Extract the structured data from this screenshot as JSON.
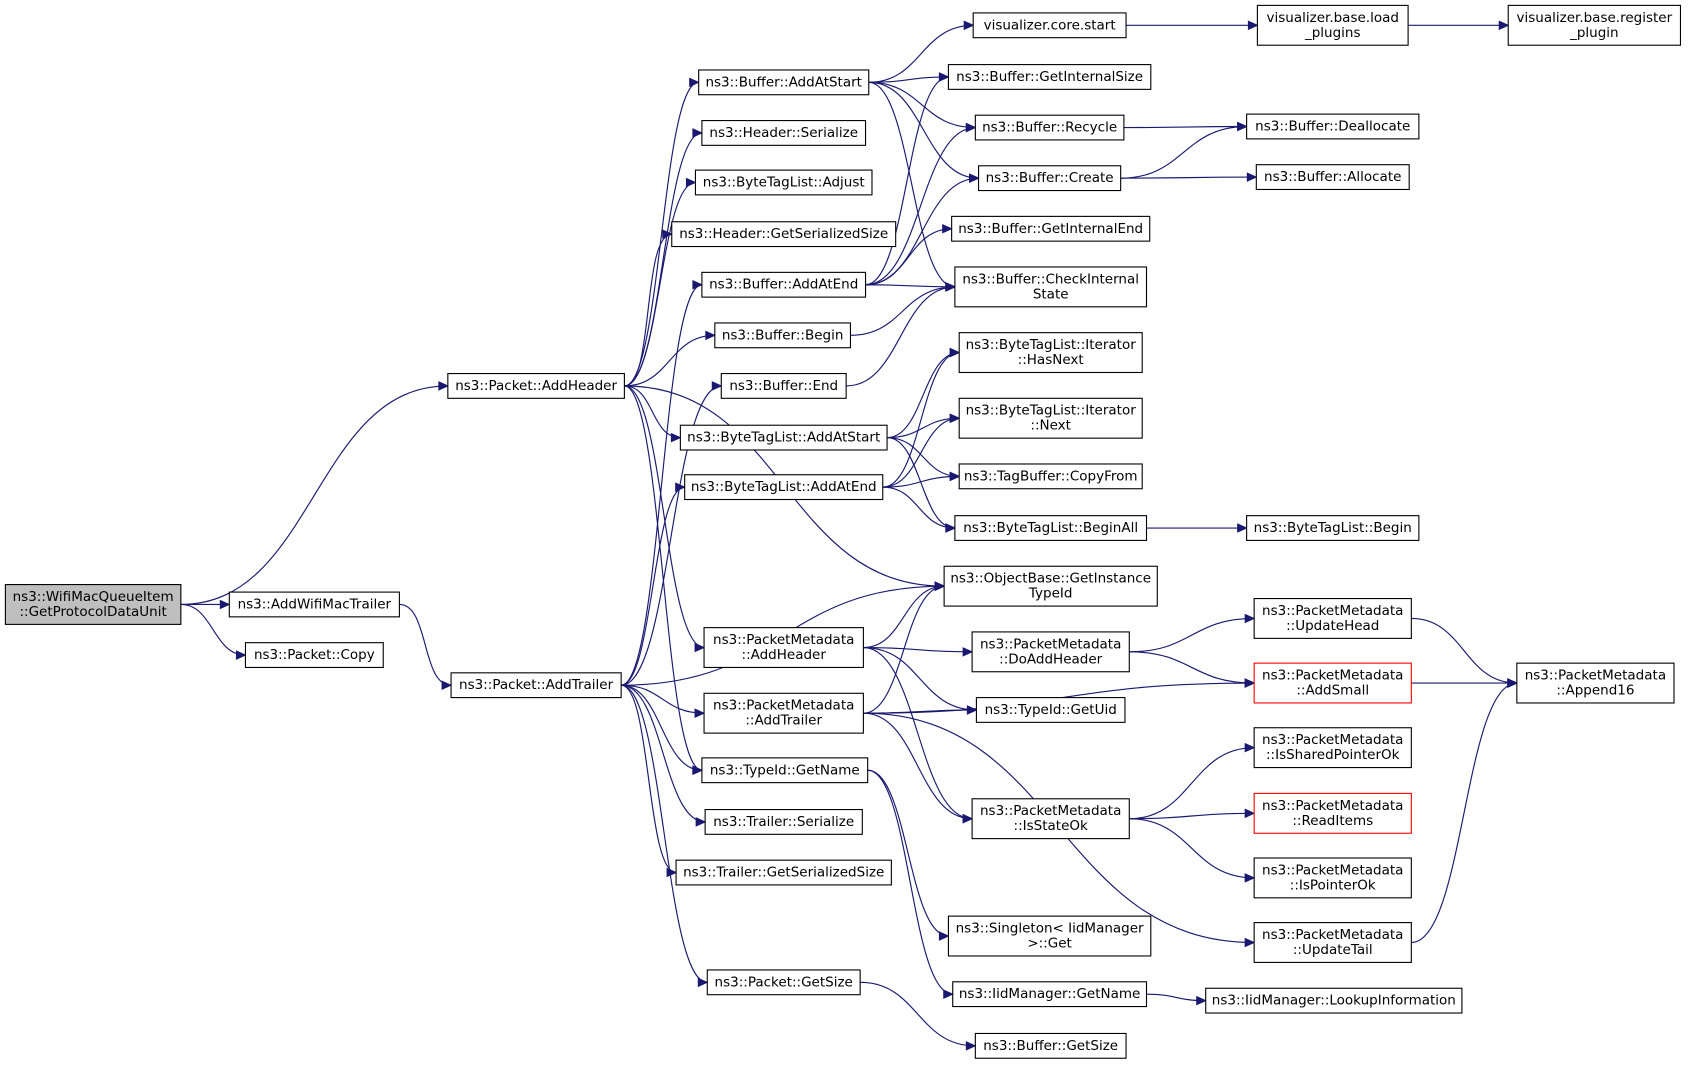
{
  "graph": {
    "colors": {
      "edge": "#191970",
      "root_fill": "#bfbfbf",
      "node_border": "#000000",
      "truncated_border": "#ff0000"
    },
    "nodes": [
      {
        "id": "root",
        "lines": [
          "ns3::WifiMacQueueItem",
          "::GetProtocolDataUnit"
        ],
        "root": true
      },
      {
        "id": "addWifiMacTrailer",
        "lines": [
          "ns3::AddWifiMacTrailer"
        ]
      },
      {
        "id": "packetCopy",
        "lines": [
          "ns3::Packet::Copy"
        ]
      },
      {
        "id": "addHeader",
        "lines": [
          "ns3::Packet::AddHeader"
        ]
      },
      {
        "id": "addTrailer",
        "lines": [
          "ns3::Packet::AddTrailer"
        ]
      },
      {
        "id": "bufAddAtStart",
        "lines": [
          "ns3::Buffer::AddAtStart"
        ]
      },
      {
        "id": "hdrSerialize",
        "lines": [
          "ns3::Header::Serialize"
        ]
      },
      {
        "id": "btlAdjust",
        "lines": [
          "ns3::ByteTagList::Adjust"
        ]
      },
      {
        "id": "hdrGetSerSize",
        "lines": [
          "ns3::Header::GetSerializedSize"
        ]
      },
      {
        "id": "bufAddAtEnd",
        "lines": [
          "ns3::Buffer::AddAtEnd"
        ]
      },
      {
        "id": "bufBegin",
        "lines": [
          "ns3::Buffer::Begin"
        ]
      },
      {
        "id": "bufEnd",
        "lines": [
          "ns3::Buffer::End"
        ]
      },
      {
        "id": "btlAddAtStart",
        "lines": [
          "ns3::ByteTagList::AddAtStart"
        ]
      },
      {
        "id": "btlAddAtEnd",
        "lines": [
          "ns3::ByteTagList::AddAtEnd"
        ]
      },
      {
        "id": "pmAddHeader",
        "lines": [
          "ns3::PacketMetadata",
          "::AddHeader"
        ]
      },
      {
        "id": "pmAddTrailer",
        "lines": [
          "ns3::PacketMetadata",
          "::AddTrailer"
        ]
      },
      {
        "id": "tidGetName",
        "lines": [
          "ns3::TypeId::GetName"
        ]
      },
      {
        "id": "trlSerialize",
        "lines": [
          "ns3::Trailer::Serialize"
        ]
      },
      {
        "id": "trlGetSerSize",
        "lines": [
          "ns3::Trailer::GetSerializedSize"
        ]
      },
      {
        "id": "pktGetSize",
        "lines": [
          "ns3::Packet::GetSize"
        ]
      },
      {
        "id": "vizCoreStart",
        "lines": [
          "visualizer.core.start"
        ]
      },
      {
        "id": "bufGetInternalSize",
        "lines": [
          "ns3::Buffer::GetInternalSize"
        ]
      },
      {
        "id": "bufRecycle",
        "lines": [
          "ns3::Buffer::Recycle"
        ]
      },
      {
        "id": "bufCreate",
        "lines": [
          "ns3::Buffer::Create"
        ]
      },
      {
        "id": "bufGetInternalEnd",
        "lines": [
          "ns3::Buffer::GetInternalEnd"
        ]
      },
      {
        "id": "bufCheckInternal",
        "lines": [
          "ns3::Buffer::CheckInternal",
          "State"
        ]
      },
      {
        "id": "btlIterHasNext",
        "lines": [
          "ns3::ByteTagList::Iterator",
          "::HasNext"
        ]
      },
      {
        "id": "btlIterNext",
        "lines": [
          "ns3::ByteTagList::Iterator",
          "::Next"
        ]
      },
      {
        "id": "tagBufCopyFrom",
        "lines": [
          "ns3::TagBuffer::CopyFrom"
        ]
      },
      {
        "id": "btlBeginAll",
        "lines": [
          "ns3::ByteTagList::BeginAll"
        ]
      },
      {
        "id": "objGetInstTid",
        "lines": [
          "ns3::ObjectBase::GetInstance",
          "TypeId"
        ]
      },
      {
        "id": "pmDoAddHeader",
        "lines": [
          "ns3::PacketMetadata",
          "::DoAddHeader"
        ]
      },
      {
        "id": "tidGetUid",
        "lines": [
          "ns3::TypeId::GetUid"
        ]
      },
      {
        "id": "pmIsStateOk",
        "lines": [
          "ns3::PacketMetadata",
          "::IsStateOk"
        ]
      },
      {
        "id": "singletonGet",
        "lines": [
          "ns3::Singleton< IidManager",
          ">::Get"
        ]
      },
      {
        "id": "iidGetName",
        "lines": [
          "ns3::IidManager::GetName"
        ]
      },
      {
        "id": "bufGetSize",
        "lines": [
          "ns3::Buffer::GetSize"
        ]
      },
      {
        "id": "vizLoadPlugins",
        "lines": [
          "visualizer.base.load",
          "_plugins"
        ]
      },
      {
        "id": "vizRegisterPlugin",
        "lines": [
          "visualizer.base.register",
          "_plugin"
        ]
      },
      {
        "id": "bufDeallocate",
        "lines": [
          "ns3::Buffer::Deallocate"
        ]
      },
      {
        "id": "bufAllocate",
        "lines": [
          "ns3::Buffer::Allocate"
        ]
      },
      {
        "id": "btlBegin",
        "lines": [
          "ns3::ByteTagList::Begin"
        ]
      },
      {
        "id": "pmUpdateHead",
        "lines": [
          "ns3::PacketMetadata",
          "::UpdateHead"
        ]
      },
      {
        "id": "pmAddSmall",
        "lines": [
          "ns3::PacketMetadata",
          "::AddSmall"
        ],
        "truncated": true
      },
      {
        "id": "pmIsSharedPtrOk",
        "lines": [
          "ns3::PacketMetadata",
          "::IsSharedPointerOk"
        ]
      },
      {
        "id": "pmReadItems",
        "lines": [
          "ns3::PacketMetadata",
          "::ReadItems"
        ],
        "truncated": true
      },
      {
        "id": "pmIsPointerOk",
        "lines": [
          "ns3::PacketMetadata",
          "::IsPointerOk"
        ]
      },
      {
        "id": "pmUpdateTail",
        "lines": [
          "ns3::PacketMetadata",
          "::UpdateTail"
        ]
      },
      {
        "id": "iidLookupInfo",
        "lines": [
          "ns3::IidManager::LookupInformation"
        ]
      },
      {
        "id": "pmAppend16",
        "lines": [
          "ns3::PacketMetadata",
          "::Append16"
        ]
      }
    ],
    "edges": [
      [
        "root",
        "addHeader"
      ],
      [
        "root",
        "addWifiMacTrailer"
      ],
      [
        "root",
        "packetCopy"
      ],
      [
        "addWifiMacTrailer",
        "addTrailer"
      ],
      [
        "addHeader",
        "bufAddAtStart"
      ],
      [
        "addHeader",
        "hdrSerialize"
      ],
      [
        "addHeader",
        "btlAdjust"
      ],
      [
        "addHeader",
        "hdrGetSerSize"
      ],
      [
        "addHeader",
        "bufBegin"
      ],
      [
        "addHeader",
        "btlAddAtStart"
      ],
      [
        "addHeader",
        "pmAddHeader"
      ],
      [
        "addHeader",
        "tidGetName"
      ],
      [
        "addHeader",
        "objGetInstTid"
      ],
      [
        "addTrailer",
        "bufAddAtEnd"
      ],
      [
        "addTrailer",
        "bufEnd"
      ],
      [
        "addTrailer",
        "btlAddAtEnd"
      ],
      [
        "addTrailer",
        "objGetInstTid"
      ],
      [
        "addTrailer",
        "pmAddTrailer"
      ],
      [
        "addTrailer",
        "tidGetName"
      ],
      [
        "addTrailer",
        "trlSerialize"
      ],
      [
        "addTrailer",
        "trlGetSerSize"
      ],
      [
        "addTrailer",
        "pktGetSize"
      ],
      [
        "bufAddAtStart",
        "vizCoreStart"
      ],
      [
        "bufAddAtStart",
        "bufGetInternalSize"
      ],
      [
        "bufAddAtStart",
        "bufRecycle"
      ],
      [
        "bufAddAtStart",
        "bufCreate"
      ],
      [
        "bufAddAtStart",
        "bufCheckInternal"
      ],
      [
        "bufAddAtEnd",
        "bufGetInternalSize"
      ],
      [
        "bufAddAtEnd",
        "bufRecycle"
      ],
      [
        "bufAddAtEnd",
        "bufCreate"
      ],
      [
        "bufAddAtEnd",
        "bufGetInternalEnd"
      ],
      [
        "bufAddAtEnd",
        "bufCheckInternal"
      ],
      [
        "bufBegin",
        "bufCheckInternal"
      ],
      [
        "bufEnd",
        "bufCheckInternal"
      ],
      [
        "btlAddAtStart",
        "btlIterHasNext"
      ],
      [
        "btlAddAtStart",
        "btlIterNext"
      ],
      [
        "btlAddAtStart",
        "tagBufCopyFrom"
      ],
      [
        "btlAddAtStart",
        "btlBeginAll"
      ],
      [
        "btlAddAtEnd",
        "btlIterHasNext"
      ],
      [
        "btlAddAtEnd",
        "btlIterNext"
      ],
      [
        "btlAddAtEnd",
        "tagBufCopyFrom"
      ],
      [
        "btlAddAtEnd",
        "btlBeginAll"
      ],
      [
        "pmAddHeader",
        "objGetInstTid"
      ],
      [
        "pmAddHeader",
        "pmDoAddHeader"
      ],
      [
        "pmAddHeader",
        "tidGetUid"
      ],
      [
        "pmAddHeader",
        "pmIsStateOk"
      ],
      [
        "pmAddTrailer",
        "objGetInstTid"
      ],
      [
        "pmAddTrailer",
        "tidGetUid"
      ],
      [
        "pmAddTrailer",
        "pmAddSmall"
      ],
      [
        "pmAddTrailer",
        "pmIsStateOk"
      ],
      [
        "pmAddTrailer",
        "pmUpdateTail"
      ],
      [
        "tidGetName",
        "singletonGet"
      ],
      [
        "tidGetName",
        "iidGetName"
      ],
      [
        "pktGetSize",
        "bufGetSize"
      ],
      [
        "vizCoreStart",
        "vizLoadPlugins"
      ],
      [
        "vizLoadPlugins",
        "vizRegisterPlugin"
      ],
      [
        "bufRecycle",
        "bufDeallocate"
      ],
      [
        "bufCreate",
        "bufDeallocate"
      ],
      [
        "bufCreate",
        "bufAllocate"
      ],
      [
        "btlBeginAll",
        "btlBegin"
      ],
      [
        "pmDoAddHeader",
        "pmUpdateHead"
      ],
      [
        "pmDoAddHeader",
        "pmAddSmall"
      ],
      [
        "pmIsStateOk",
        "pmIsSharedPtrOk"
      ],
      [
        "pmIsStateOk",
        "pmReadItems"
      ],
      [
        "pmIsStateOk",
        "pmIsPointerOk"
      ],
      [
        "iidGetName",
        "iidLookupInfo"
      ],
      [
        "pmUpdateHead",
        "pmAppend16"
      ],
      [
        "pmAddSmall",
        "pmAppend16"
      ],
      [
        "pmUpdateTail",
        "pmAppend16"
      ]
    ]
  }
}
